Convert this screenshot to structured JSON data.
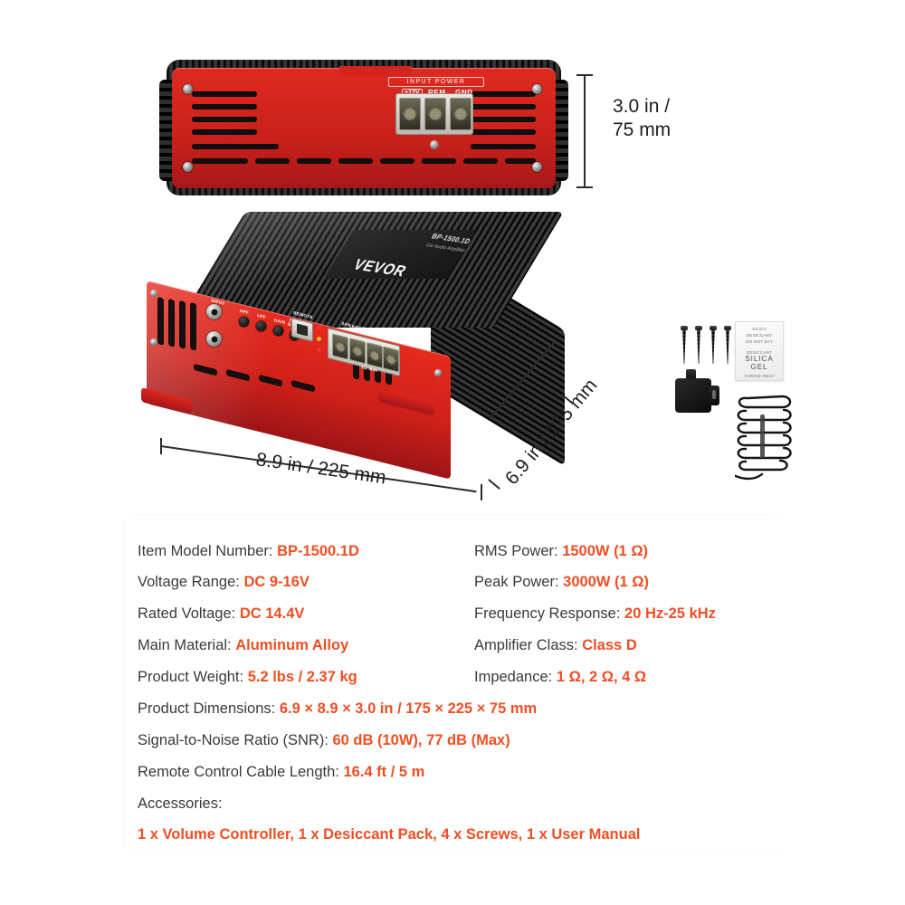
{
  "page": {
    "background_color": "#ffffff",
    "accent_color": "#f04e23",
    "label_color": "#3a3a3a"
  },
  "product": {
    "brand": "VEVOR",
    "model_badge": "BP-1500.1D",
    "model_badge_sub": "Car Audio Amplifier"
  },
  "dimensions": {
    "height": "3.0 in /\n75 mm",
    "width": "8.9 in / 225 mm",
    "depth": "6.9 in / 175 mm"
  },
  "end_view": {
    "input_power_label": "INPUT POWER",
    "terminals": [
      "+12V",
      "REM",
      "GND"
    ]
  },
  "front_panel": {
    "input_label": "INPUT",
    "knobs": [
      "HPF",
      "LPF",
      "GAIN",
      "BASS\nBOOST"
    ],
    "remote_label": "REMOTE",
    "speaker_output_label": "SPEAKER OUTPUT",
    "speaker_sub_label": "1Ω MIN",
    "led_labels": [
      "PWR",
      "PRO"
    ]
  },
  "accessories_image": {
    "desiccant_lines": [
      "SILICA",
      "DESICCANT",
      "DO NOT EAT",
      "",
      "DESICCANT",
      "SILICA",
      "GEL",
      "THROW AWAY"
    ]
  },
  "specs": {
    "left_column": [
      {
        "label": "Item Model Number:",
        "value": "BP-1500.1D"
      },
      {
        "label": "Voltage Range:",
        "value": "DC 9-16V"
      },
      {
        "label": "Rated Voltage:",
        "value": "DC 14.4V"
      },
      {
        "label": "Main Material:",
        "value": "Aluminum Alloy"
      },
      {
        "label": "Product Weight:",
        "value": "5.2 lbs / 2.37 kg"
      }
    ],
    "right_column": [
      {
        "label": "RMS Power:",
        "value": "1500W (1 Ω)"
      },
      {
        "label": "Peak Power:",
        "value": "3000W (1 Ω)"
      },
      {
        "label": "Frequency Response:",
        "value": "20 Hz-25 kHz"
      },
      {
        "label": "Amplifier Class:",
        "value": "Class D"
      },
      {
        "label": "Impedance:",
        "value": "1 Ω, 2 Ω, 4 Ω"
      }
    ],
    "full_width_rows": [
      {
        "label": "Product Dimensions:",
        "value": "6.9 × 8.9 × 3.0 in / 175 × 225 × 75 mm"
      },
      {
        "label": "Signal-to-Noise Ratio (SNR):",
        "value": "60 dB (10W), 77 dB (Max)"
      },
      {
        "label": "Remote Control Cable Length:",
        "value": "16.4 ft / 5 m"
      }
    ],
    "accessories": {
      "label": "Accessories:",
      "value": "1 x Volume Controller, 1 x Desiccant Pack, 4 x Screws, 1 x User Manual"
    }
  }
}
